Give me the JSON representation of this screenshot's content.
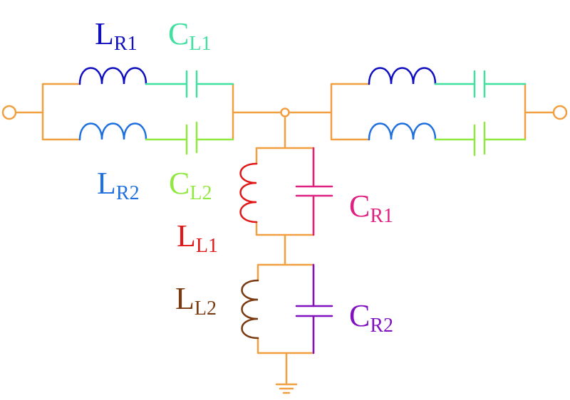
{
  "labels": {
    "lr1": {
      "main": "L",
      "sub": "R1"
    },
    "cl1": {
      "main": "C",
      "sub": "L1"
    },
    "lr2": {
      "main": "L",
      "sub": "R2"
    },
    "cl2": {
      "main": "C",
      "sub": "L2"
    },
    "ll1": {
      "main": "L",
      "sub": "L1"
    },
    "cr1": {
      "main": "C",
      "sub": "R1"
    },
    "ll2": {
      "main": "L",
      "sub": "L2"
    },
    "cr2": {
      "main": "C",
      "sub": "R2"
    }
  },
  "colors": {
    "wire": "#f0a040",
    "lr1": "#1010c0",
    "cl1": "#40e0a0",
    "lr2": "#2070e0",
    "cl2": "#90e840",
    "ll1": "#e01818",
    "cr1": "#e02080",
    "ll2": "#7a3a10",
    "cr2": "#8010c0"
  }
}
